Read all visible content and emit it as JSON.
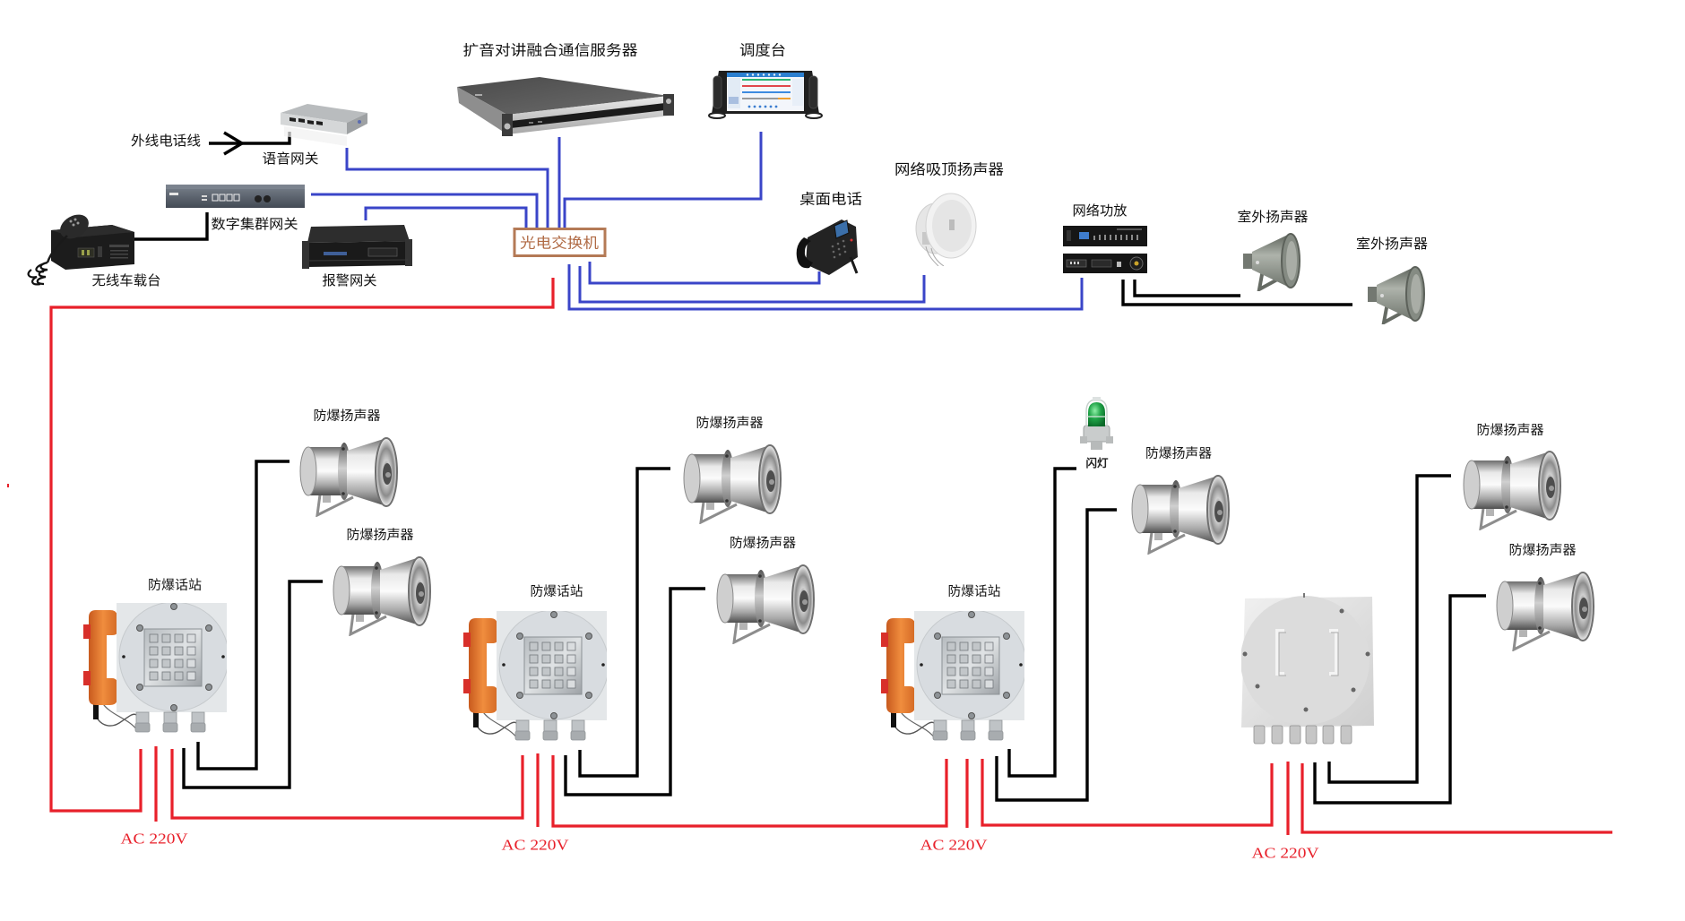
{
  "diagram": {
    "colors": {
      "network_cable": "#3a45c8",
      "power_cable": "#e8202a",
      "audio_cable": "#000000",
      "switch_border": "#b47a56",
      "switch_text": "#b06a44",
      "label_text": "#111111"
    },
    "control_room": {
      "server": {
        "label": "扩音对讲融合通信服务器",
        "icon": "rack-server-icon"
      },
      "dispatch_console": {
        "label": "调度台",
        "icon": "dispatch-console-icon"
      },
      "switch": {
        "label": "光电交换机",
        "icon": "optical-switch-box"
      },
      "voice_gateway": {
        "label": "语音网关",
        "icon": "voice-gateway-icon",
        "external_line_label": "外线电话线",
        "external_line_icon": "arrow-right-icon"
      },
      "trunk_gateway": {
        "label": "数字集群网关",
        "icon": "trunk-gateway-icon"
      },
      "vehicle_radio": {
        "label": "无线车载台",
        "icon": "vehicle-radio-icon"
      },
      "alarm_gateway": {
        "label": "报警网关",
        "icon": "alarm-gateway-icon"
      },
      "desk_phone": {
        "label": "桌面电话",
        "icon": "desk-phone-icon"
      },
      "ceiling_speaker": {
        "label": "网络吸顶扬声器",
        "icon": "ceiling-speaker-icon"
      },
      "network_amplifier": {
        "label": "网络功放",
        "icon": "amplifier-icon"
      },
      "outdoor_speakers": [
        {
          "label": "室外扬声器",
          "icon": "horn-speaker-icon"
        },
        {
          "label": "室外扬声器",
          "icon": "horn-speaker-icon"
        }
      ]
    },
    "field": {
      "stations": [
        {
          "label": "防爆话站",
          "icon": "explosion-proof-telephone-icon",
          "power_label": "AC 220V",
          "speakers": [
            {
              "label": "防爆扬声器"
            },
            {
              "label": "防爆扬声器"
            }
          ]
        },
        {
          "label": "防爆话站",
          "icon": "explosion-proof-telephone-icon",
          "power_label": "AC 220V",
          "speakers": [
            {
              "label": "防爆扬声器"
            },
            {
              "label": "防爆扬声器"
            }
          ]
        },
        {
          "label": "防爆话站",
          "icon": "explosion-proof-telephone-icon",
          "power_label": "AC 220V",
          "speakers": [
            {
              "label": "防爆扬声器"
            }
          ],
          "flash_light": {
            "label": "闪灯",
            "icon": "flash-light-icon"
          }
        },
        {
          "icon": "explosion-proof-junction-box-icon",
          "power_label": "AC 220V",
          "speakers": [
            {
              "label": "防爆扬声器"
            },
            {
              "label": "防爆扬声器"
            }
          ]
        }
      ]
    }
  }
}
